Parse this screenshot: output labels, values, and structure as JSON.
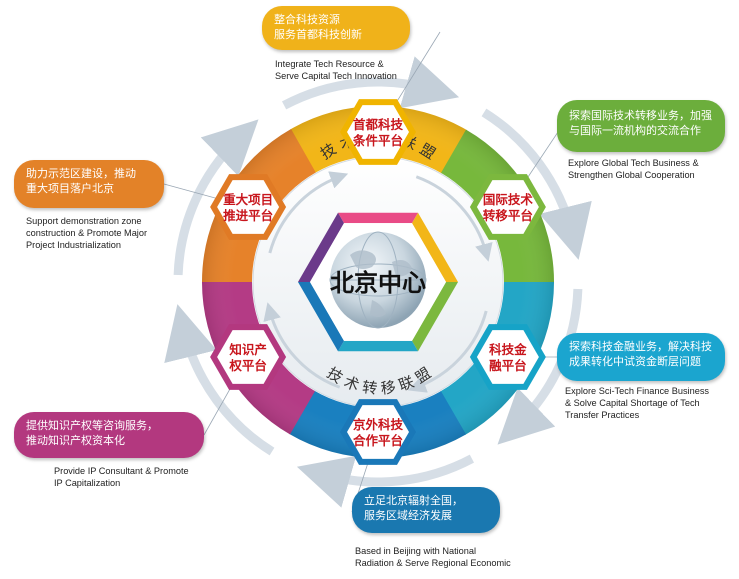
{
  "center": {
    "label": "北京中心"
  },
  "ring_text": {
    "top": "技 术 转 移 联 盟",
    "bottom": "技 术 转 移 联 盟"
  },
  "nodes": [
    {
      "id": "capital",
      "lines": [
        "首都科技",
        "条件平台"
      ],
      "color": "#f0b400"
    },
    {
      "id": "international",
      "lines": [
        "国际技术",
        "转移平台"
      ],
      "color": "#7cb83e"
    },
    {
      "id": "finance",
      "lines": [
        "科技金",
        "融平台"
      ],
      "color": "#16a3c7"
    },
    {
      "id": "outer",
      "lines": [
        "京外科技",
        "合作平台"
      ],
      "color": "#1a78b8"
    },
    {
      "id": "ip",
      "lines": [
        "知识产",
        "权平台"
      ],
      "color": "#b3387f"
    },
    {
      "id": "major",
      "lines": [
        "重大项目",
        "推进平台"
      ],
      "color": "#e07a25"
    }
  ],
  "callouts": [
    {
      "id": "capital",
      "cn": [
        "整合科技资源",
        "服务首都科技创新"
      ],
      "en": [
        "Integrate Tech Resource &",
        "Serve Capital Tech Innovation"
      ],
      "color": "#f0b21a"
    },
    {
      "id": "international",
      "cn": [
        "探索国际技术转移业务，加强",
        "与国际一流机构的交流合作"
      ],
      "en": [
        "Explore Global Tech Business &",
        "Strengthen Global Cooperation"
      ],
      "color": "#6cae3c"
    },
    {
      "id": "finance",
      "cn": [
        "探索科技金融业务，解决科技",
        "成果转化中试资金断层问题"
      ],
      "en": [
        "Explore Sci-Tech Finance Business",
        "& Solve Capital Shortage of Tech",
        "Transfer Practices"
      ],
      "color": "#1ba5cf"
    },
    {
      "id": "outer",
      "cn": [
        "立足北京辐射全国，",
        "服务区域经济发展"
      ],
      "en": [
        "Based in Beijing with National",
        "Radiation & Serve Regional Economic"
      ],
      "color": "#1a78b0"
    },
    {
      "id": "ip",
      "cn": [
        "提供知识产权等咨询服务，",
        "推动知识产权资本化"
      ],
      "en": [
        "Provide IP Consultant & Promote",
        "IP Capitalization"
      ],
      "color": "#b3387f"
    },
    {
      "id": "major",
      "cn": [
        "助力示范区建设，推动",
        "重大项目落户北京"
      ],
      "en": [
        "Support demonstration zone",
        "construction & Promote Major",
        "Project Industrialization"
      ],
      "color": "#e38228"
    }
  ],
  "colors": {
    "text_red": "#c8161d",
    "hex_fill": "#ffffff",
    "ring_gray": "#d8dfe5"
  }
}
